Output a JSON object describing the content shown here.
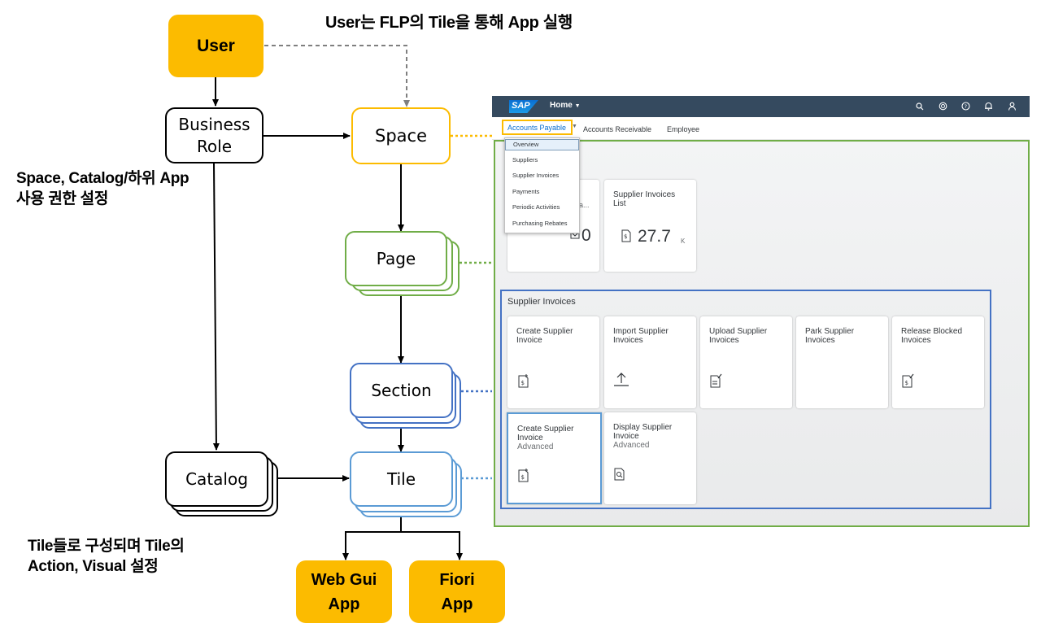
{
  "diagram": {
    "nodes": {
      "user": "User",
      "business_role_line1": "Business",
      "business_role_line2": "Role",
      "space": "Space",
      "page": "Page",
      "section": "Section",
      "tile": "Tile",
      "catalog": "Catalog",
      "web_gui_line1": "Web Gui",
      "web_gui_line2": "App",
      "fiori_line1": "Fiori",
      "fiori_line2": "App"
    },
    "labels": {
      "top_note": "User는 FLP의 Tile을 통해 App 실행",
      "role_note_line1": "Space, Catalog/하위 App",
      "role_note_line2": "사용 권한 설정",
      "catalog_note_line1": "Tile들로 구성되며 Tile의",
      "catalog_note_line2": "Action, Visual 설정"
    },
    "colors": {
      "yellow": "#fcbb00",
      "green": "#70ad47",
      "blue": "#4472c4",
      "light_blue": "#5b9bd5"
    }
  },
  "sap": {
    "logo": "SAP",
    "home_menu": "Home",
    "shell_icons": [
      "search-icon",
      "copilot-icon",
      "help-icon",
      "bell-icon",
      "user-icon"
    ],
    "space_tabs": [
      "Accounts Payable",
      "Accounts Receivable",
      "Employee"
    ],
    "page_menu": [
      "Overview",
      "Suppliers",
      "Supplier Invoices",
      "Payments",
      "Periodic Activities",
      "Purchasing Rebates"
    ],
    "overview_tiles": {
      "tile1_title": "a...",
      "tile1_value": "0",
      "tile2_title_line1": "Supplier Invoices",
      "tile2_title_line2": "List",
      "tile2_value": "27.7",
      "tile2_unit": "K"
    },
    "section_title": "Supplier Invoices",
    "tiles": [
      {
        "l1": "Create Supplier",
        "l2": "Invoice",
        "sub": ""
      },
      {
        "l1": "Import Supplier",
        "l2": "Invoices",
        "sub": ""
      },
      {
        "l1": "Upload Supplier",
        "l2": "Invoices",
        "sub": ""
      },
      {
        "l1": "Park Supplier",
        "l2": "Invoices",
        "sub": ""
      },
      {
        "l1": "Release Blocked",
        "l2": "Invoices",
        "sub": ""
      },
      {
        "l1": "Create Supplier",
        "l2": "Invoice",
        "sub": "Advanced"
      },
      {
        "l1": "Display Supplier",
        "l2": "Invoice",
        "sub": "Advanced"
      }
    ]
  }
}
